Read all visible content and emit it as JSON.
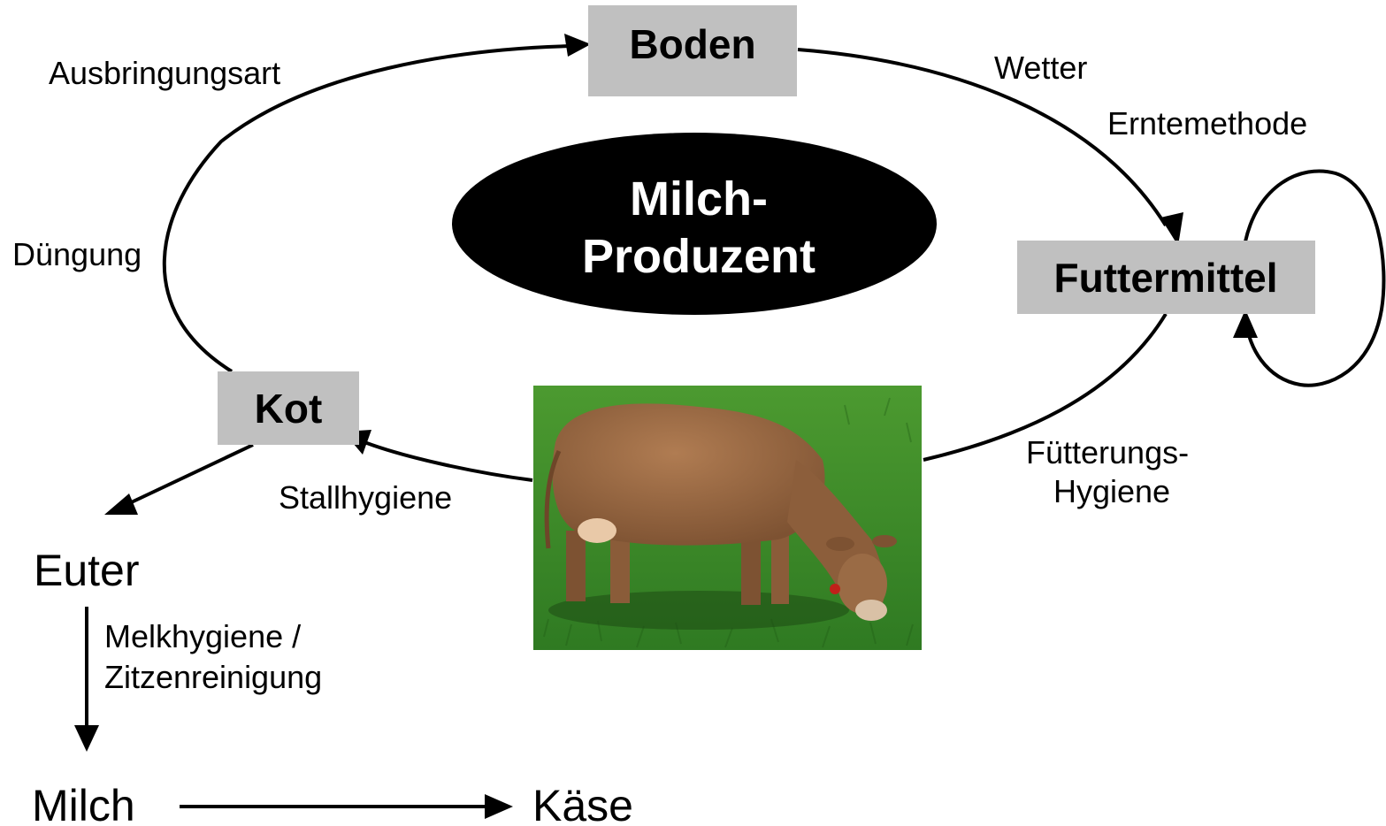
{
  "colors": {
    "box_fill": "#c0c0c0",
    "center_fill": "#000000",
    "center_text": "#ffffff",
    "line": "#000000",
    "grass": "#3f8a2a",
    "cow": "#9a6b45"
  },
  "nodes": {
    "boden": "Boden",
    "futtermittel": "Futtermittel",
    "kot": "Kot",
    "center_line1": "Milch-",
    "center_line2": "Produzent",
    "euter": "Euter",
    "milch": "Milch",
    "kaese": "Käse"
  },
  "edge_labels": {
    "ausbringungsart": "Ausbringungsart",
    "wetter": "Wetter",
    "erntemethode": "Erntemethode",
    "duengung": "Düngung",
    "stallhygiene": "Stallhygiene",
    "fuetterungs_line1": "Fütterungs-",
    "fuetterungs_line2": "Hygiene",
    "melkhygiene_line1": "Melkhygiene /",
    "melkhygiene_line2": "Zitzenreinigung"
  },
  "photo": {
    "subject": "cow-grazing-photo"
  }
}
